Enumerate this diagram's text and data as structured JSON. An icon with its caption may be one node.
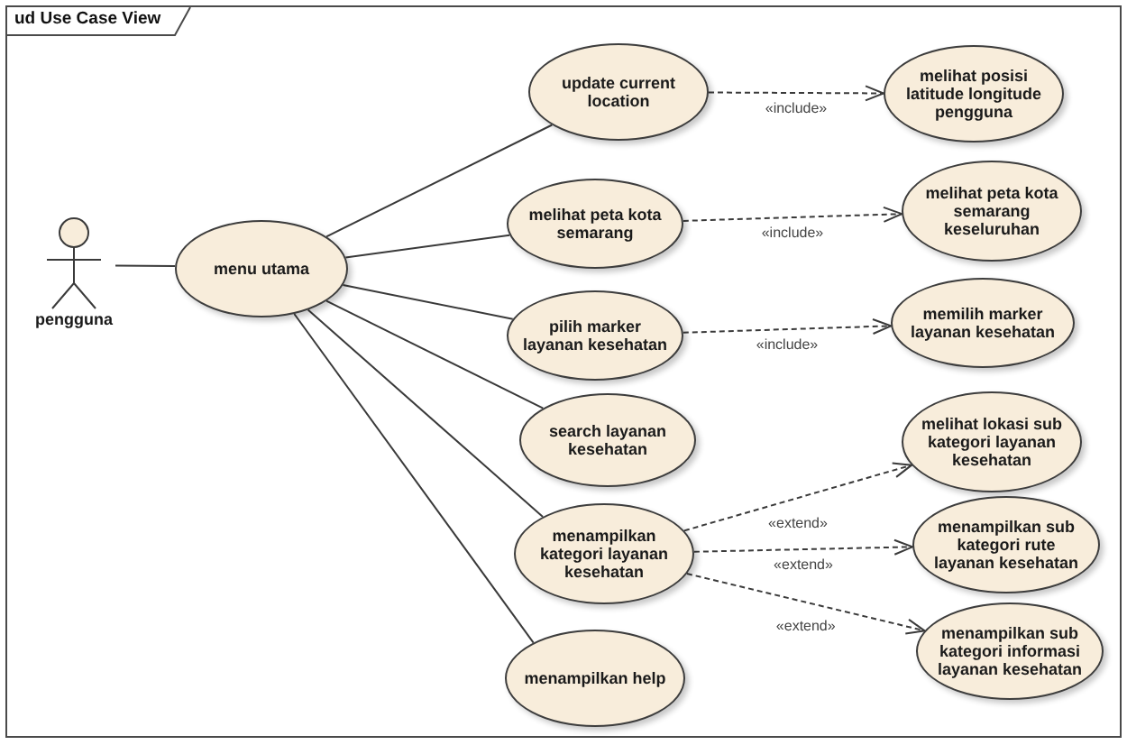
{
  "diagram": {
    "nodes": [
      {
        "text": [
          "ud Use Case View"
        ]
      },
      {
        "text": [
          "pengguna"
        ],
        "in": 0
      },
      {
        "text": [
          "menu utama"
        ],
        "in": 0
      },
      {
        "text": [
          "update current location"
        ],
        "in": 0
      },
      {
        "text": [
          "melihat peta kota semarang"
        ],
        "in": 0
      },
      {
        "text": [
          "pilih marker layanan kesehatan"
        ],
        "in": 0
      },
      {
        "text": [
          "search layanan kesehatan"
        ],
        "in": 0
      },
      {
        "text": [
          "menampilkan kategori layanan kesehatan"
        ],
        "in": 0
      },
      {
        "text": [
          "menampilkan help"
        ],
        "in": 0
      },
      {
        "text": [
          "melihat posisi latitude longitude pengguna"
        ],
        "in": 0
      },
      {
        "text": [
          "melihat peta kota semarang keseluruhan"
        ],
        "in": 0
      },
      {
        "text": [
          "memilih marker layanan kesehatan"
        ],
        "in": 0
      },
      {
        "text": [
          "melihat lokasi sub kategori layanan kesehatan"
        ],
        "in": 0
      },
      {
        "text": [
          "menampilkan sub kategori rute layanan kesehatan"
        ],
        "in": 0
      },
      {
        "text": [
          "menampilkan sub kategori informasi layanan kesehatan"
        ],
        "in": 0
      }
    ],
    "edges": [
      {
        "from": 1,
        "to": 2,
        "arrow": "none"
      },
      {
        "from": 2,
        "to": 3,
        "arrow": "none"
      },
      {
        "from": 2,
        "to": 4,
        "arrow": "none"
      },
      {
        "from": 2,
        "to": 5,
        "arrow": "none"
      },
      {
        "from": 2,
        "to": 6,
        "arrow": "none"
      },
      {
        "from": 2,
        "to": 7,
        "arrow": "none"
      },
      {
        "from": 2,
        "to": 8,
        "arrow": "none"
      },
      {
        "from": 3,
        "to": 9,
        "arrow": "to",
        "label": "«include»",
        "style": "dashed"
      },
      {
        "from": 4,
        "to": 10,
        "arrow": "to",
        "label": "«include»",
        "style": "dashed"
      },
      {
        "from": 5,
        "to": 11,
        "arrow": "to",
        "label": "«include»",
        "style": "dashed"
      },
      {
        "from": 7,
        "to": 12,
        "arrow": "to",
        "label": "«extend»",
        "style": "dashed"
      },
      {
        "from": 7,
        "to": 13,
        "arrow": "to",
        "label": "«extend»",
        "style": "dashed"
      },
      {
        "from": 7,
        "to": 14,
        "arrow": "to",
        "label": "«extend»",
        "style": "dashed"
      }
    ]
  }
}
